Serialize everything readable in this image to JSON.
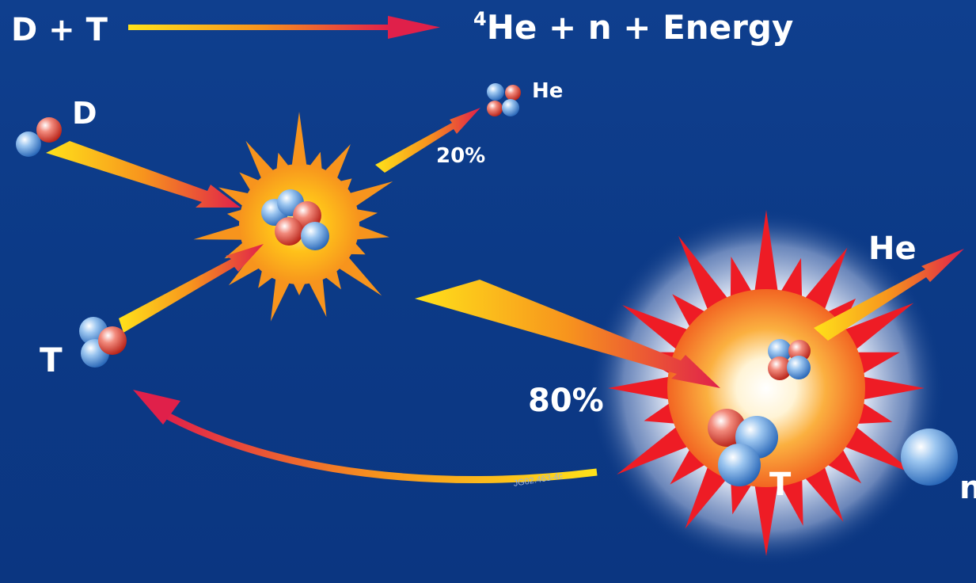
{
  "equation": {
    "left": "D + T",
    "superscript": "4",
    "right": "He + n + Energy"
  },
  "labels": {
    "deuterium": "D",
    "helium_small": "He",
    "percent_helium": "20%",
    "tritium_left": "T",
    "percent_neutron": "80%",
    "helium_large": "He",
    "tritium_right": "T",
    "neutron": "n",
    "figure_code": "JG02.463-4c"
  },
  "colors": {
    "background": "#0c3a87",
    "arrow_start": "#ffd21a",
    "arrow_end": "#e0204a",
    "proton": "#d52b1e",
    "neutron": "#3a86d4",
    "burst_orange": "#f7941d",
    "burst_red": "#ee1c25"
  }
}
